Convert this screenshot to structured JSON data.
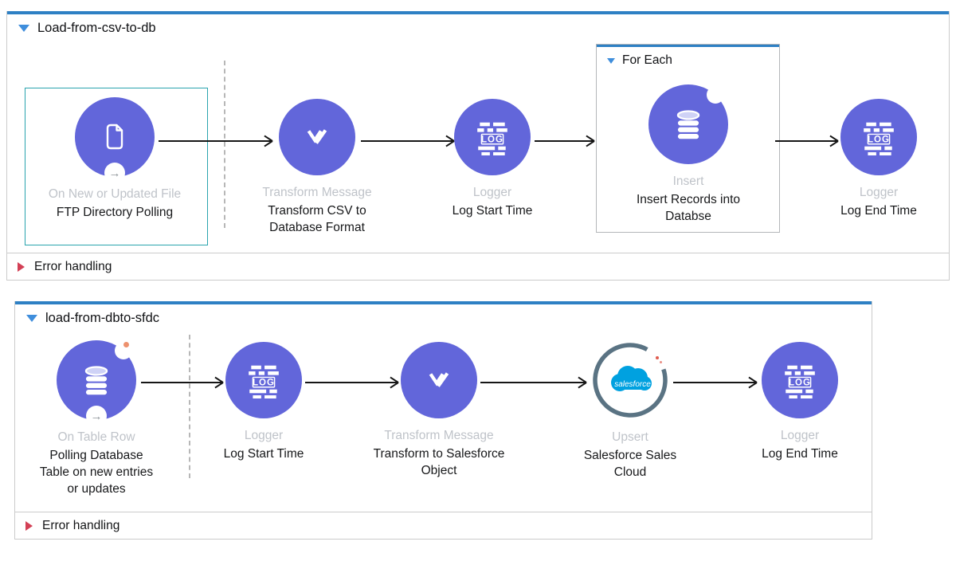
{
  "colors": {
    "accent_blue": "#2e80c4",
    "node_purple": "#6266da",
    "selection_teal": "#2aa4ae",
    "error_red": "#d34055",
    "salesforce_blue": "#00a1e0",
    "ring_slate": "#5a7383",
    "muted_label": "#bfc3c9"
  },
  "flow1": {
    "title": "Load-from-csv-to-db",
    "error_handling_label": "Error handling",
    "source": {
      "name": "On New or Updated File",
      "description": "FTP Directory Polling"
    },
    "transform": {
      "name": "Transform Message",
      "description": "Transform CSV to Database Format"
    },
    "logger_start": {
      "name": "Logger",
      "description": "Log Start Time"
    },
    "foreach": {
      "title": "For Each",
      "insert": {
        "name": "Insert",
        "description": "Insert Records into Databse"
      }
    },
    "logger_end": {
      "name": "Logger",
      "description": "Log End Time"
    }
  },
  "flow2": {
    "title": "load-from-dbto-sfdc",
    "error_handling_label": "Error handling",
    "source": {
      "name": "On Table Row",
      "description": "Polling Database Table on new entries or updates"
    },
    "logger_start": {
      "name": "Logger",
      "description": "Log Start Time"
    },
    "transform": {
      "name": "Transform Message",
      "description": "Transform to Salesforce Object"
    },
    "upsert": {
      "name": "Upsert",
      "description": "Salesforce Sales Cloud"
    },
    "logger_end": {
      "name": "Logger",
      "description": "Log End Time"
    }
  },
  "icons": {
    "logger_text": "LOG",
    "salesforce_wordmark": "salesforce",
    "source_arrow": "→"
  }
}
